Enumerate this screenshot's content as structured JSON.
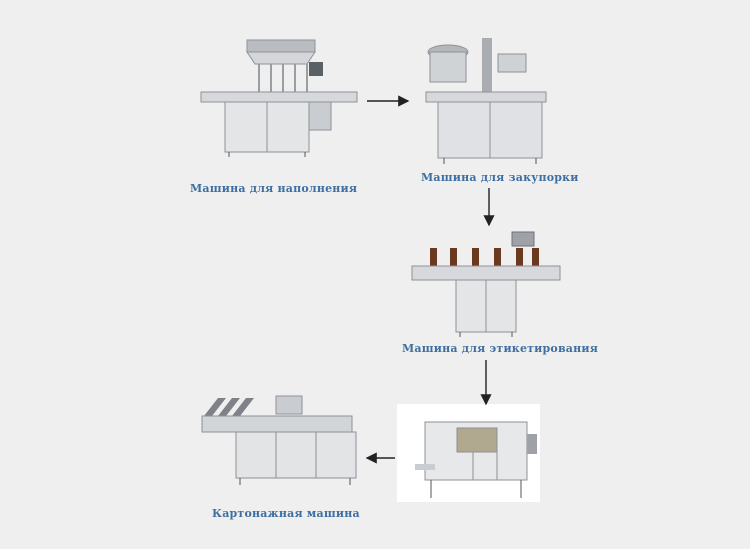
{
  "steps": [
    {
      "id": "filling",
      "label": "Машина для наполнения",
      "icon": "filling-machine-image"
    },
    {
      "id": "capping",
      "label": "Машина для закупорки",
      "icon": "capping-machine-image"
    },
    {
      "id": "labeling",
      "label": "Машина для этикетирования",
      "icon": "labeling-machine-image"
    },
    {
      "id": "wrapping",
      "label": "",
      "icon": "wrapping-machine-image"
    },
    {
      "id": "cartoning",
      "label": "Картонажная машина",
      "icon": "cartoning-machine-image"
    }
  ],
  "flow": [
    "filling",
    "capping",
    "labeling",
    "wrapping",
    "cartoning"
  ],
  "colors": {
    "background": "#efefef",
    "caption": "#3f6fa0",
    "arrow": "#222222",
    "steel": "#c9ccd0",
    "steel_dark": "#8e9297"
  }
}
